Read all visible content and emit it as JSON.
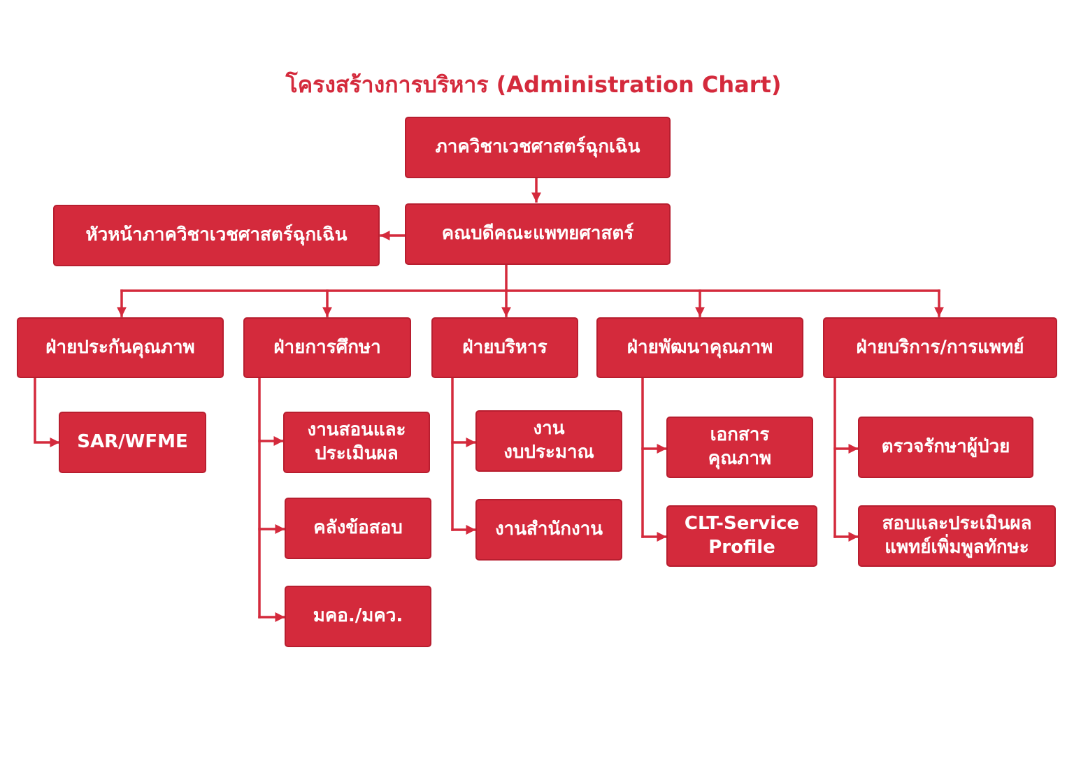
{
  "title": "โครงสร้างการบริหาร (Administration Chart)",
  "colors": {
    "accent": "#d42a3c",
    "line": "#d42a3c",
    "background": "#ffffff"
  },
  "nodes": {
    "department": "ภาควิชาเวชศาสตร์ฉุกเฉิน",
    "dean": "คณบดีคณะแพทยศาสตร์",
    "head": "หัวหน้าภาควิชาเวชศาสตร์ฉุกเฉิน",
    "divisions": {
      "qa": {
        "label": "ฝ่ายประกันคุณภาพ",
        "children": [
          "SAR/WFME"
        ]
      },
      "education": {
        "label": "ฝ่ายการศึกษา",
        "children": [
          "งานสอนและ\nประเมินผล",
          "คลังข้อสอบ",
          "มคอ./มคว."
        ]
      },
      "admin": {
        "label": "ฝ่ายบริหาร",
        "children": [
          "งาน\nงบประมาณ",
          "งานสำนักงาน"
        ]
      },
      "quality_dev": {
        "label": "ฝ่ายพัฒนาคุณภาพ",
        "children": [
          "เอกสาร\nคุณภาพ",
          "CLT-Service\nProfile"
        ]
      },
      "medical_service": {
        "label": "ฝ่ายบริการ/การแพทย์",
        "children": [
          "ตรวจรักษาผู้ป่วย",
          "สอบและประเมินผล\nแพทย์เพิ่มพูลทักษะ"
        ]
      }
    }
  }
}
